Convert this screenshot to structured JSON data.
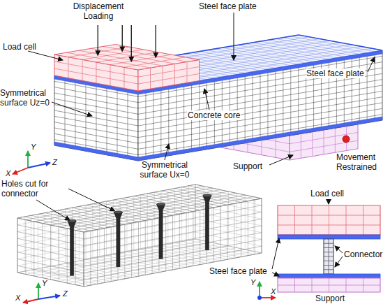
{
  "diagram": {
    "labels": [
      "Displacement Loading",
      "Steel face plate",
      "Load cell",
      "Symmetrical surface Uz=0",
      "Steel face plate",
      "Support",
      "Movement Restrained",
      "Concrete core",
      "Symmetrical surface Ux=0",
      "X",
      "Y",
      "Z",
      "Holes cut for connector",
      "X",
      "Y",
      "Z",
      "Load cell",
      "Steel face plate",
      "Connector",
      "Support",
      "Y",
      "X"
    ]
  }
}
